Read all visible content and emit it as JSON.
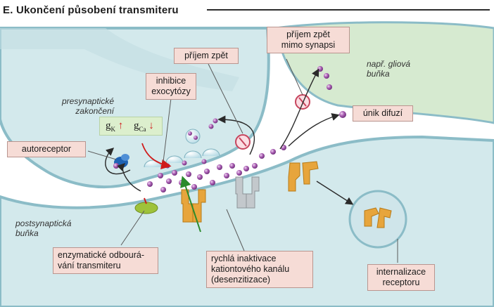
{
  "title": "E. Ukončení působení transmiteru",
  "labels": {
    "reuptake": "příjem zpět",
    "reuptake_outside_1": "příjem zpět",
    "reuptake_outside_2": "mimo synapsi",
    "inhibition_1": "inhibice",
    "inhibition_2": "exocytózy",
    "diffusion": "únik difuzí",
    "autoreceptor": "autoreceptor",
    "enzymatic_1": "enzymatické odbourá-",
    "enzymatic_2": "vání transmiteru",
    "desens_1": "rychlá inaktivace",
    "desens_2": "kationtového kanálu",
    "desens_3": "(desenzitizace)",
    "internalization_1": "internalizace",
    "internalization_2": "receptoru"
  },
  "regions": {
    "presynaptic_1": "presynaptické",
    "presynaptic_2": "zakončení",
    "postsynaptic_1": "postsynaptická",
    "postsynaptic_2": "buňka",
    "glia_1": "např. gliová",
    "glia_2": "buňka"
  },
  "conductance": {
    "gk_base": "g",
    "gk_sub": "K",
    "gk_arrow": "↑",
    "gca_base": "g",
    "gca_sub": "Ca",
    "gca_arrow": "↓"
  },
  "colors": {
    "membrane_fill": "#d3e9ec",
    "membrane_stroke": "#8bbcc7",
    "glia_fill": "#d6ead0",
    "transmitter": "#a85cb1",
    "receptor": "#e7a53c",
    "label_bg": "#f6dcd6",
    "arrow_red": "#d01a1a",
    "arrow_green": "#2b8a2b"
  }
}
